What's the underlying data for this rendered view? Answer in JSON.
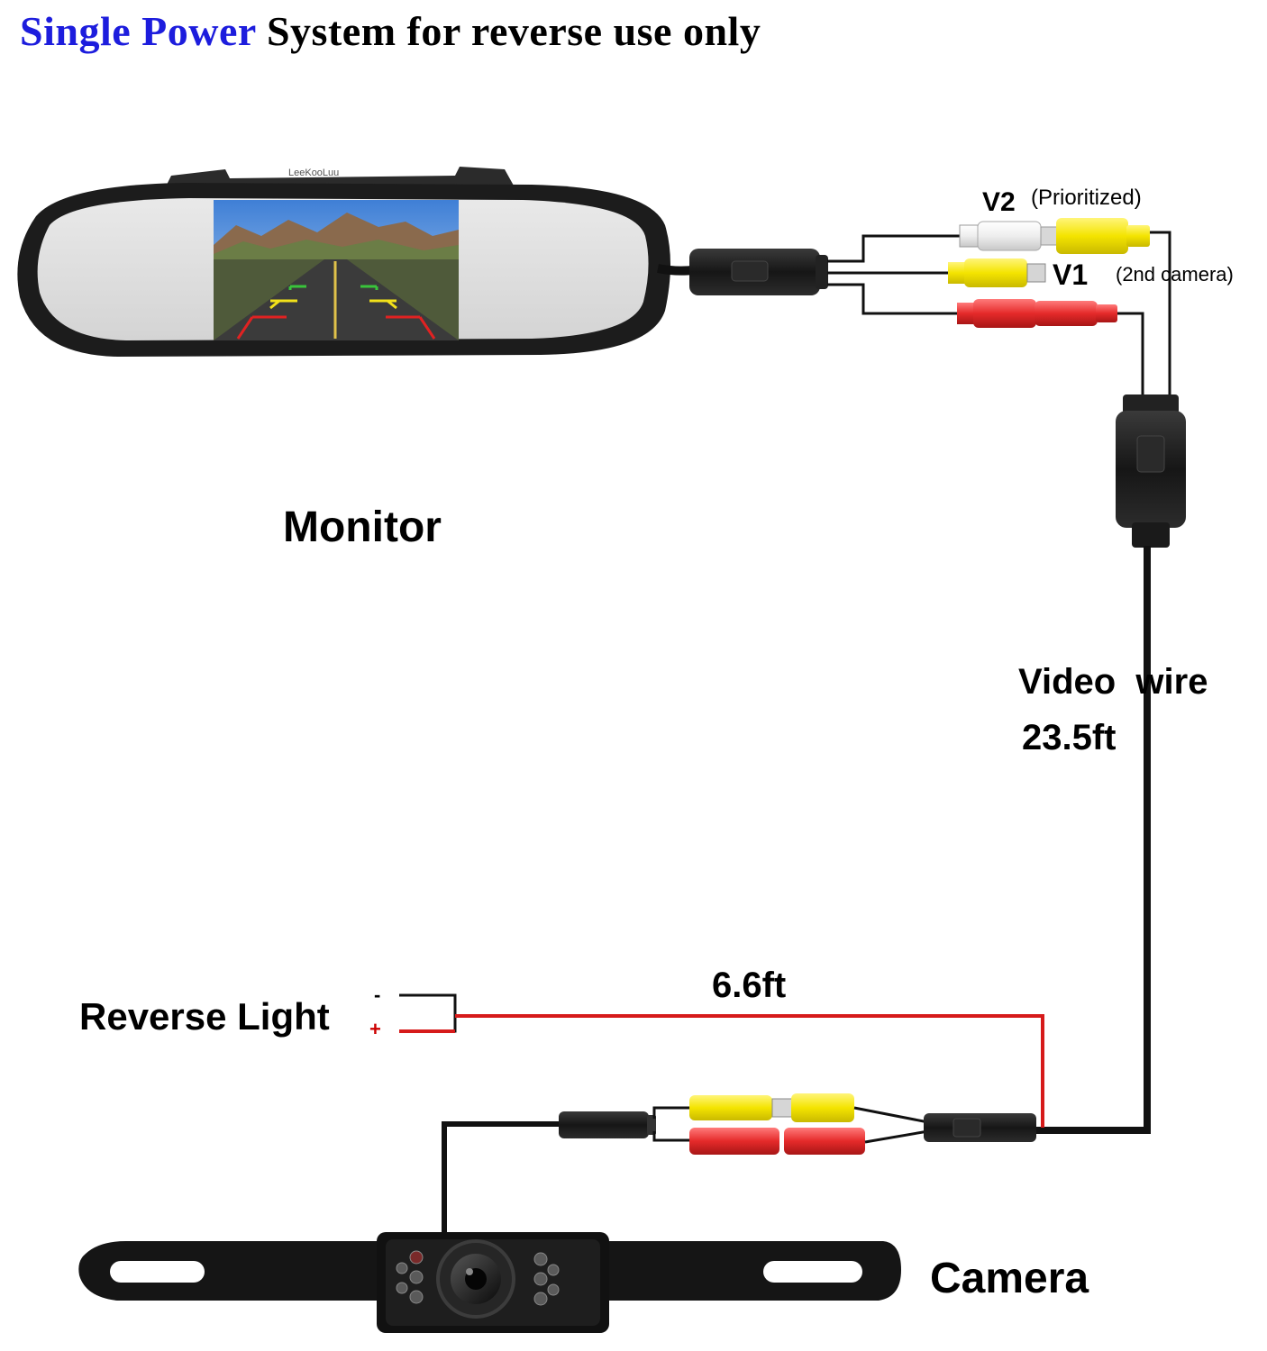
{
  "title": {
    "highlight": "Single Power",
    "rest": "System for reverse use only",
    "highlight_color": "#1d1ddd"
  },
  "monitor": {
    "label": "Monitor",
    "brand_mark": "LeeKooLuu"
  },
  "connectors": {
    "v2_label": "V2",
    "v2_note": "(Prioritized)",
    "v1_label": "V1",
    "v1_note": "(2nd camera)"
  },
  "video_wire": {
    "label": "Video  wire",
    "length": "23.5ft"
  },
  "power_wire": {
    "length": "6.6ft"
  },
  "reverse_light": {
    "label": "Reverse Light",
    "minus": "-",
    "plus": "+"
  },
  "camera": {
    "label": "Camera"
  },
  "colors": {
    "wire_black": "#111111",
    "wire_red": "#d61a1a",
    "rca_yellow": "#f4e400",
    "rca_red": "#e52a2a",
    "rca_white": "#f2f2f2",
    "minus_sign": "#000000",
    "plus_sign": "#cc0000"
  }
}
